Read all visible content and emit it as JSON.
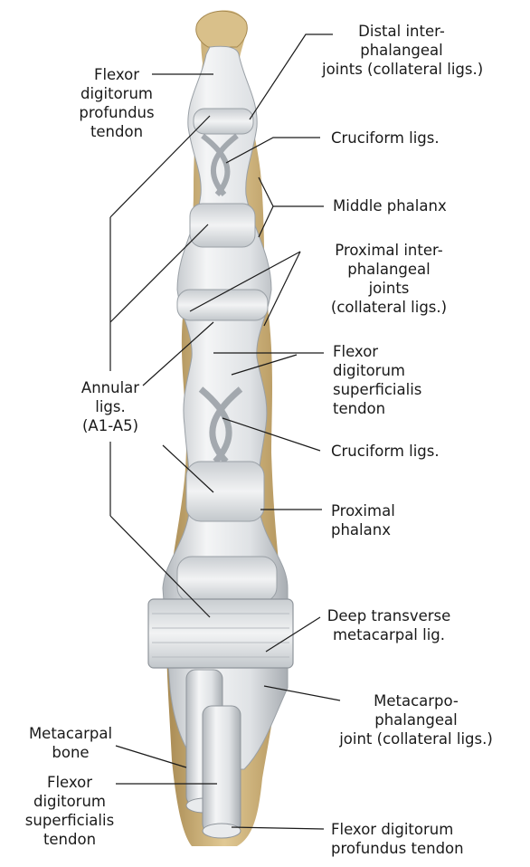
{
  "labels": {
    "distal_ip_joints": [
      "Distal inter-",
      "phalangeal",
      "joints (collateral ligs.)"
    ],
    "fdp_tendon_top": [
      "Flexor",
      "digitorum",
      "profundus",
      "tendon"
    ],
    "cruciform_top": [
      "Cruciform ligs."
    ],
    "middle_phalanx": [
      "Middle phalanx"
    ],
    "proximal_ip_joints": [
      "Proximal inter-",
      "phalangeal",
      "joints",
      "(collateral ligs.)"
    ],
    "annular_ligs": [
      "Annular",
      "ligs.",
      "(A1-A5)"
    ],
    "fds_tendon_right": [
      "Flexor",
      "digitorum",
      "superficialis",
      "tendon"
    ],
    "cruciform_bottom": [
      "Cruciform ligs."
    ],
    "proximal_phalanx": [
      "Proximal",
      "phalanx"
    ],
    "deep_transverse": [
      "Deep transverse",
      "metacarpal lig."
    ],
    "mcp_joint": [
      "Metacarpo-",
      "phalangeal",
      "joint (collateral ligs.)"
    ],
    "metacarpal_bone": [
      "Metacarpal",
      "bone"
    ],
    "fds_tendon_left": [
      "Flexor",
      "digitorum",
      "superficialis",
      "tendon"
    ],
    "fdp_tendon_bottom": [
      "Flexor digitorum",
      "profundus tendon"
    ]
  },
  "colors": {
    "bone": "#c8a86e",
    "bone_light": "#e3cc96",
    "ligament": "#e2e4e6",
    "ligament_shade": "#b9bec3",
    "leader": "#1a1a1a"
  }
}
